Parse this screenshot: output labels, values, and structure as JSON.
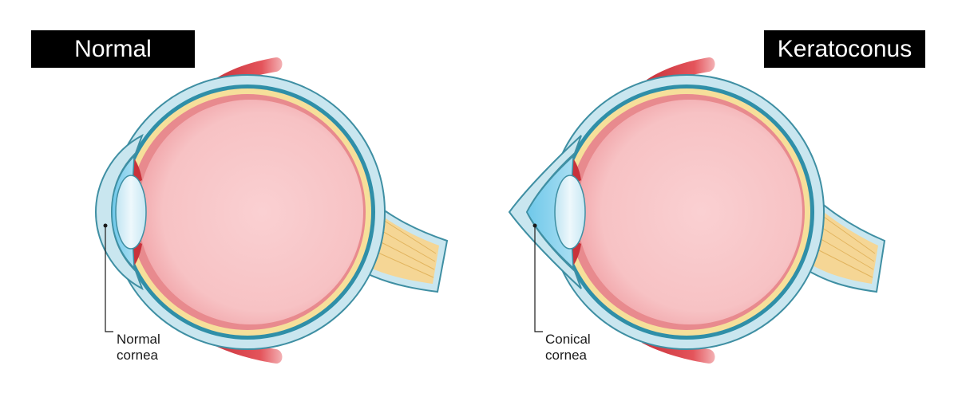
{
  "panels": [
    {
      "title": "Normal",
      "label_line1": "Normal",
      "label_line2": "cornea"
    },
    {
      "title": "Keratoconus",
      "label_line1": "Conical",
      "label_line2": "cornea"
    }
  ],
  "colors": {
    "sclera": "#c9e6ef",
    "sclera_outline": "#3f8fa3",
    "choroid": "#2f8fa8",
    "retina_yellow": "#f6df9a",
    "retina_red": "#e88a8e",
    "vitreous": "#f8c6c8",
    "cornea": "#8fd4ee",
    "lens": "#d9eff8",
    "muscle": "#d8444c",
    "nerve": "#f5d695",
    "title_bg": "#000000",
    "title_text": "#ffffff"
  }
}
